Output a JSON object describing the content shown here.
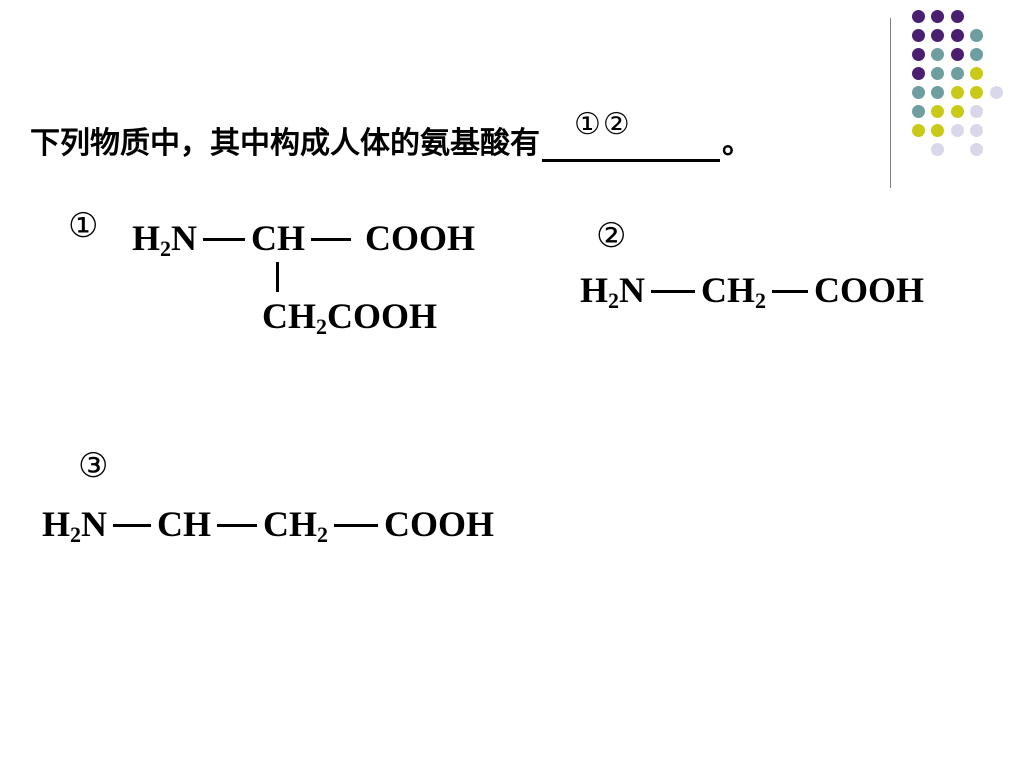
{
  "question": {
    "text": "下列物质中，其中构成人体的氨基酸有",
    "answer": "①②",
    "end_mark": "。"
  },
  "compounds": [
    {
      "label": "①",
      "main_chain": [
        "H2N",
        "CH",
        "COOH"
      ],
      "branch": "CH2COOH"
    },
    {
      "label": "②",
      "main_chain": [
        "H2N",
        "CH2",
        "COOH"
      ]
    },
    {
      "label": "③",
      "main_chain": [
        "H2N",
        "CH",
        "CH2",
        "COOH"
      ]
    }
  ],
  "colors": {
    "purple": "#4b1f6f",
    "teal": "#6e9ea0",
    "yellow": "#c9c918",
    "lavender": "#d8d8ea",
    "line_gray": "#808080"
  }
}
